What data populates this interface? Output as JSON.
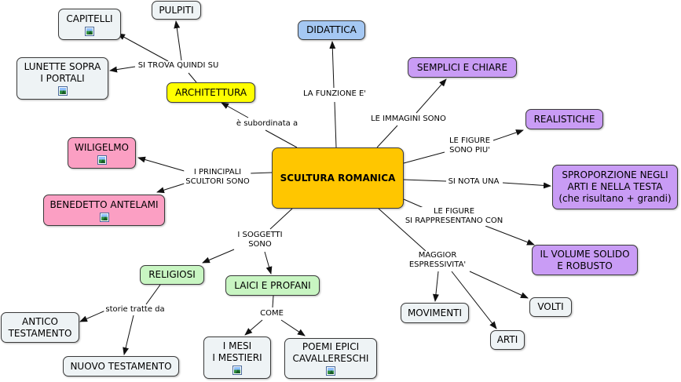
{
  "nodes": [
    {
      "id": "scultura",
      "text": "SCULTURA ROMANICA"
    },
    {
      "id": "capitelli",
      "text": "CAPITELLI",
      "image": "image-placeholder-icon"
    },
    {
      "id": "pulpiti",
      "text": "PULPITI"
    },
    {
      "id": "lunette",
      "text": "LUNETTE SOPRA\nI PORTALI",
      "image": "image-placeholder-icon"
    },
    {
      "id": "architettura",
      "text": "ARCHITETTURA"
    },
    {
      "id": "didattica",
      "text": "DIDATTICA"
    },
    {
      "id": "semplici",
      "text": "SEMPLICI E CHIARE"
    },
    {
      "id": "realistiche",
      "text": "REALISTICHE"
    },
    {
      "id": "sproporzione",
      "text": "SPROPORZIONE NEGLI\nARTI E NELLA TESTA\n(che risultano + grandi)"
    },
    {
      "id": "volume",
      "text": "IL VOLUME SOLIDO\nE ROBUSTO"
    },
    {
      "id": "wiligelmo",
      "text": "WILIGELMO",
      "image": "image-placeholder-icon"
    },
    {
      "id": "antelami",
      "text": "BENEDETTO ANTELAMI",
      "image": "image-placeholder-icon"
    },
    {
      "id": "religiosi",
      "text": "RELIGIOSI"
    },
    {
      "id": "laici",
      "text": "LAICI E PROFANI"
    },
    {
      "id": "antico",
      "text": "ANTICO\nTESTAMENTO"
    },
    {
      "id": "nuovo",
      "text": "NUOVO TESTAMENTO"
    },
    {
      "id": "mesi",
      "text": "I MESI\nI MESTIERI",
      "image": "image-placeholder-icon"
    },
    {
      "id": "poemi",
      "text": "POEMI EPICI\nCAVALLERESCHI",
      "image": "image-placeholder-icon"
    },
    {
      "id": "movimenti",
      "text": "MOVIMENTI"
    },
    {
      "id": "volti",
      "text": "VOLTI"
    },
    {
      "id": "arti",
      "text": "ARTI"
    }
  ],
  "labels": [
    {
      "id": "si-trova",
      "text": "SI TROVA QUINDI SU"
    },
    {
      "id": "subordinata",
      "text": "è subordinata a"
    },
    {
      "id": "funzione",
      "text": "LA FUNZIONE E'"
    },
    {
      "id": "immagini",
      "text": "LE IMMAGINI SONO"
    },
    {
      "id": "figure-piu",
      "text": "LE FIGURE\nSONO PIU'"
    },
    {
      "id": "si-nota",
      "text": "SI NOTA UNA"
    },
    {
      "id": "figure-rappr",
      "text": "LE FIGURE\nSI RAPPRESENTANO CON"
    },
    {
      "id": "principali",
      "text": "I PRINCIPALI\nSCULTORI SONO"
    },
    {
      "id": "soggetti",
      "text": "I SOGGETTI\nSONO"
    },
    {
      "id": "storie",
      "text": "storie tratte da"
    },
    {
      "id": "come",
      "text": "COME"
    },
    {
      "id": "espressivita",
      "text": "MAGGIOR\nESPRESSIVITA'"
    }
  ],
  "colors": {
    "central": "#ffc600",
    "architettura": "#ffff00",
    "didattica": "#a5c8f3",
    "purple": "#c99cf5",
    "pink": "#fb9fc3",
    "green": "#c8f5c2",
    "plain": "#eef3f5",
    "line": "#111111"
  }
}
